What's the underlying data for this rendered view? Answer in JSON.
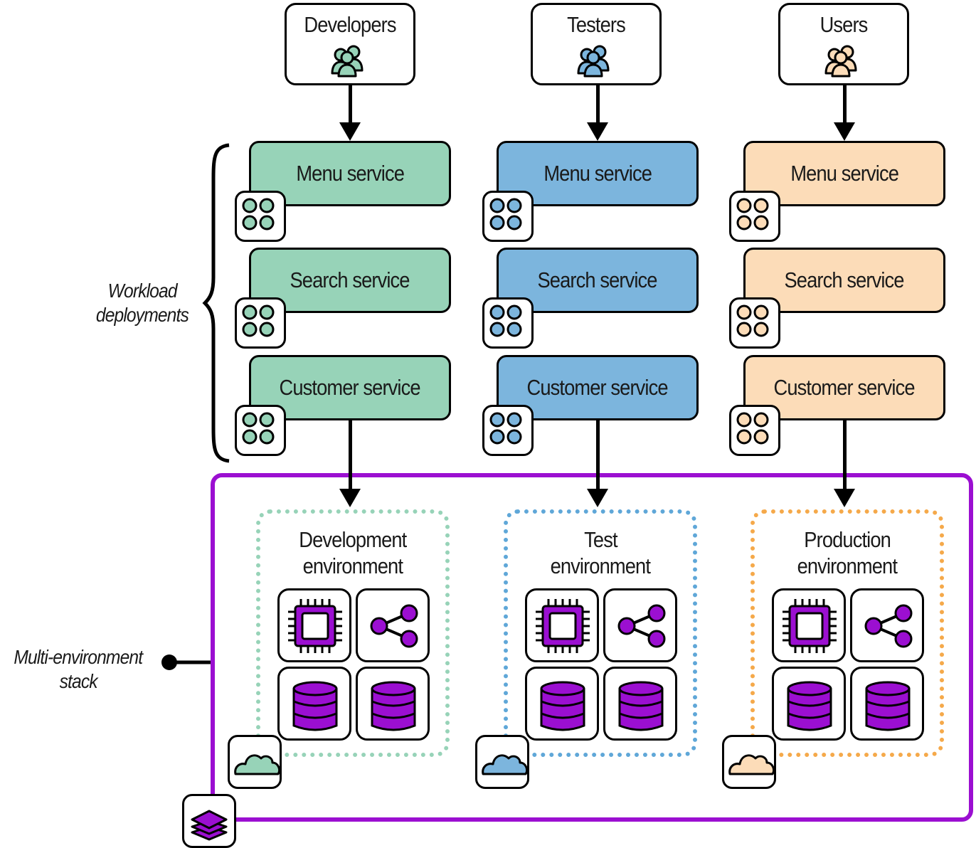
{
  "colors": {
    "green": "#97d3b8",
    "blue": "#7cb5dd",
    "peach": "#fcdcb8",
    "purple": "#9b0fd1",
    "green_dots": "#97d3b8",
    "blue_dots": "#5fa7d8",
    "orange_dots": "#f5a94a"
  },
  "annotations": {
    "workload_line1": "Workload",
    "workload_line2": "deployments",
    "stack_line1": "Multi-environment",
    "stack_line2": "stack"
  },
  "columns": [
    {
      "actor": "Developers",
      "color": "green",
      "services": [
        "Menu service",
        "Search service",
        "Customer service"
      ],
      "env_line1": "Development",
      "env_line2": "environment"
    },
    {
      "actor": "Testers",
      "color": "blue",
      "services": [
        "Menu service",
        "Search service",
        "Customer service"
      ],
      "env_line1": "Test",
      "env_line2": "environment"
    },
    {
      "actor": "Users",
      "color": "peach",
      "services": [
        "Menu service",
        "Search service",
        "Customer service"
      ],
      "env_line1": "Production",
      "env_line2": "environment"
    }
  ],
  "icons": {
    "actor": "people-group-icon",
    "pod": "container-pod-icon",
    "compute": "cpu-chip-icon",
    "network": "share-network-icon",
    "storage": "database-icon",
    "cloud": "cloud-icon",
    "stack": "layers-icon"
  }
}
